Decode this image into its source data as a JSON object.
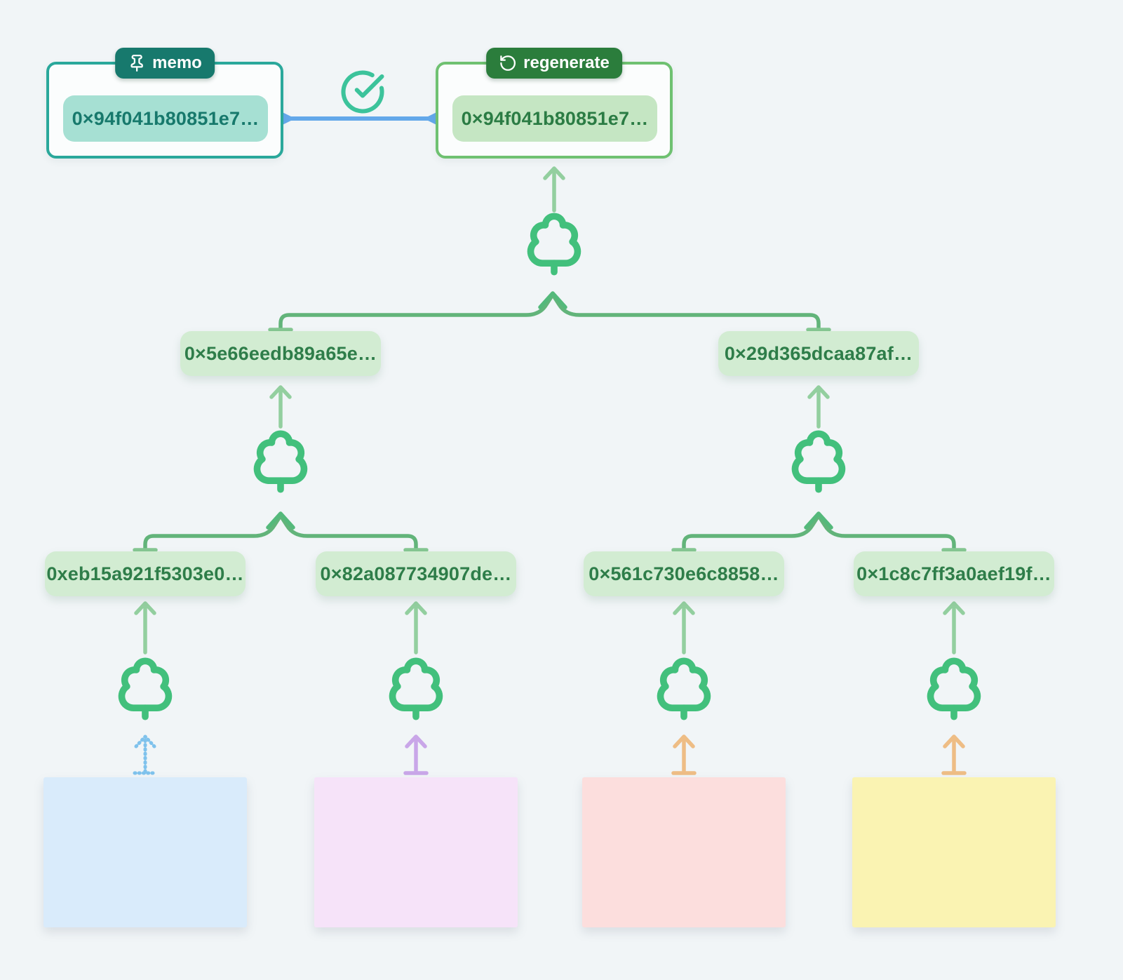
{
  "memo_card": {
    "badge_label": "memo",
    "hash": "0×94f041b80851e7…",
    "badge_bg": "#17796d",
    "border_color": "#2aa89b",
    "pill_bg": "#a6e0d3"
  },
  "regenerate_card": {
    "badge_label": "regenerate",
    "hash": "0×94f041b80851e7…",
    "badge_bg": "#2b7d3c",
    "border_color": "#6fc171",
    "pill_bg": "#c5e6c3"
  },
  "merkle": {
    "level2": [
      {
        "hash": "0×5e66eedb89a65e…"
      },
      {
        "hash": "0×29d365dcaa87af…"
      }
    ],
    "level3": [
      {
        "hash": "0xeb15a921f5303e0…"
      },
      {
        "hash": "0×82a087734907de…"
      },
      {
        "hash": "0×561c730e6c8858…"
      },
      {
        "hash": "0×1c8c7ff3a0aef19f…"
      }
    ]
  },
  "blocks": [
    {
      "bg": "#d9ebfb",
      "arrow_color": "#7fc2ec",
      "arrow_style": "dotted"
    },
    {
      "bg": "#f6e3f9",
      "arrow_color": "#c9a6e8",
      "arrow_style": "solid"
    },
    {
      "bg": "#fcdedd",
      "arrow_color": "#eebd85",
      "arrow_style": "solid"
    },
    {
      "bg": "#faf3b2",
      "arrow_color": "#eebd85",
      "arrow_style": "solid"
    }
  ],
  "colors": {
    "background": "#f1f5f7",
    "tree_icon": "#42c07c",
    "bracket_connector": "#62b47a",
    "light_arrow": "#93cf9f",
    "blue_link": "#63a8ea",
    "check_icon": "#3cc39b",
    "hash_pill_bg": "#d2ecd2",
    "hash_text": "#2e7d49"
  }
}
